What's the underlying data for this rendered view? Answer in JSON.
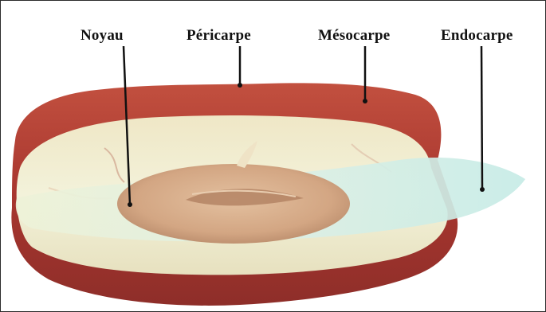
{
  "labels": {
    "noyau": "Noyau",
    "pericarpe": "Péricarpe",
    "mesocarpe": "Mésocarpe",
    "endocarpe": "Endocarpe"
  },
  "colors": {
    "background": "#ffffff",
    "frame": "#2b2b2b",
    "label_text": "#111111",
    "leader_line": "#111111",
    "pericarp_red": "#b8413a",
    "flesh_cream": "#eceac8",
    "endocarp_membrane": "#dff3ea",
    "seed_tan": "#d9b08c"
  }
}
